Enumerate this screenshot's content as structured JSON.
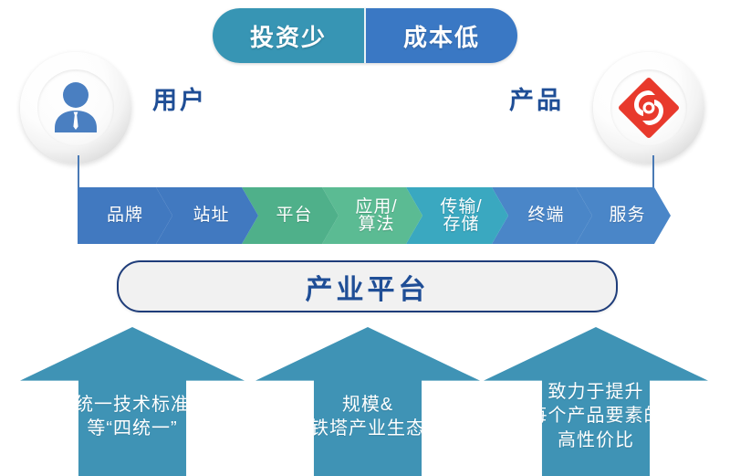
{
  "top_pill": {
    "left_label": "投资少",
    "right_label": "成本低",
    "left_color": "#3795b4",
    "right_color": "#3a78c4"
  },
  "sides": {
    "user_label": "用户",
    "product_label": "产品",
    "label_color": "#1f4e96",
    "user_icon": "person-tie-icon",
    "product_icon": "china-tower-logo-icon",
    "user_icon_color": "#4a7fc1",
    "product_icon_color": "#e8392c"
  },
  "value_chain": {
    "segments": [
      {
        "label": "品牌",
        "color": "#4179c0",
        "width": 86
      },
      {
        "label": "站址",
        "color": "#4179c0",
        "width": 94
      },
      {
        "label": "平台",
        "color": "#4fb08a",
        "width": 88
      },
      {
        "label": "应用/\n算法",
        "color": "#5bbb93",
        "width": 92
      },
      {
        "label": "传输/\n存储",
        "color": "#3aa8c0",
        "width": 94
      },
      {
        "label": "终端",
        "color": "#4a86c8",
        "width": 92
      },
      {
        "label": "服务",
        "color": "#4a86c8",
        "width": 86
      }
    ]
  },
  "platform": {
    "label": "产业平台",
    "text_color": "#1f4e96",
    "background": "#f1f1f1",
    "border_color": "#1f3d7a"
  },
  "pillars": {
    "color": "#3f93b5",
    "items": [
      {
        "name": "unified-standards",
        "text": "统一技术标准\n等“四统一”",
        "lines": 2
      },
      {
        "name": "scale-ecosystem",
        "text": "规模&\n铁塔产业生态",
        "lines": 2
      },
      {
        "name": "cost-performance",
        "text": "致力于提升\n每个产品要素的\n高性价比",
        "lines": 3
      }
    ]
  }
}
